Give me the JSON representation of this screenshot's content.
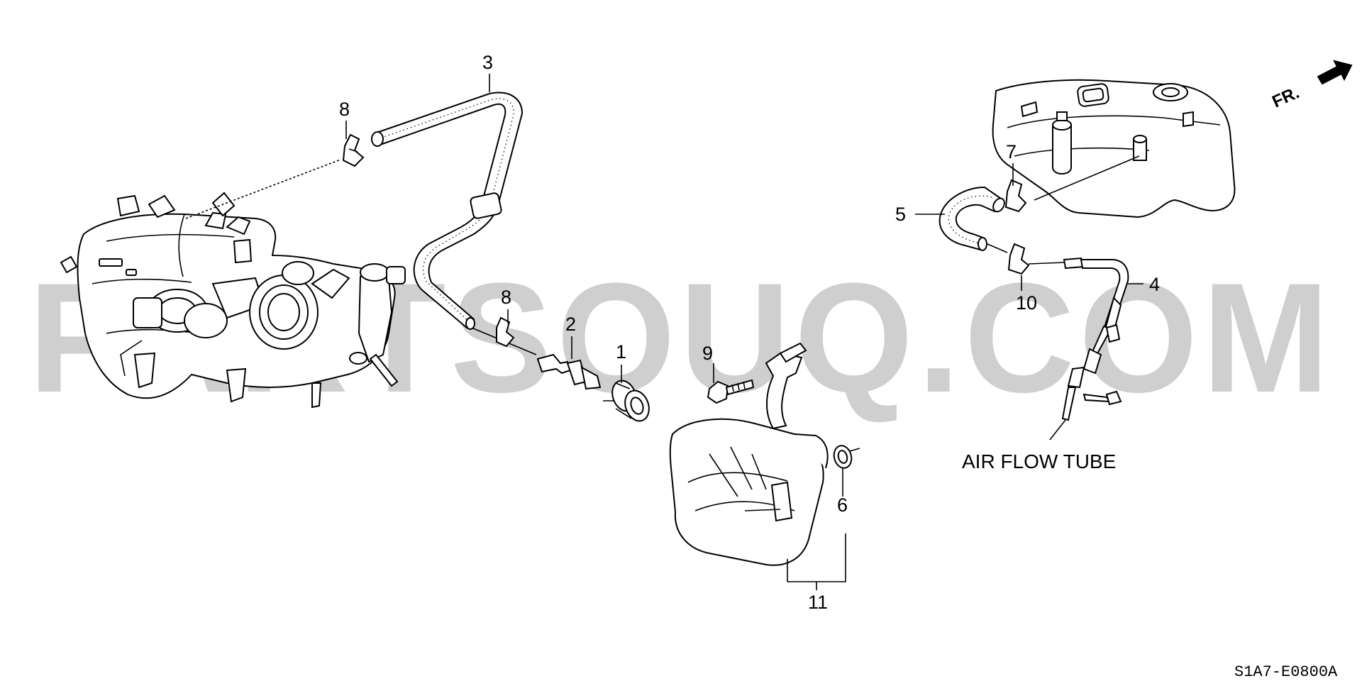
{
  "watermark": "PARTSOUQ.COM",
  "direction_label": "FR.",
  "annotation": "AIR FLOW TUBE",
  "diagram_code": "S1A7-E0800A",
  "callouts": [
    "1",
    "2",
    "3",
    "4",
    "5",
    "6",
    "7",
    "8",
    "8",
    "9",
    "10",
    "11"
  ],
  "colors": {
    "line": "#000000",
    "watermark": "#cfcfcf",
    "background": "#ffffff"
  }
}
